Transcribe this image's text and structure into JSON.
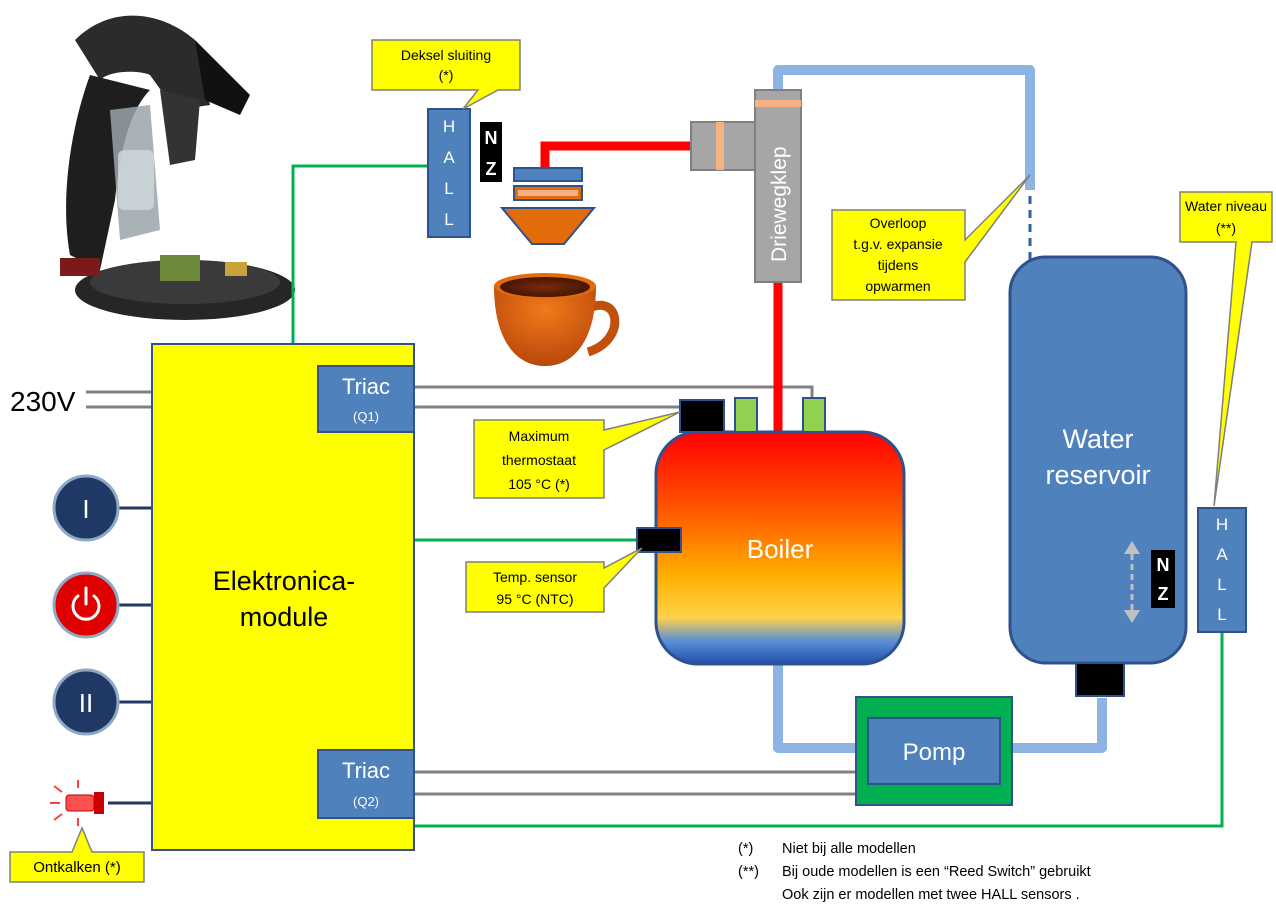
{
  "labels": {
    "voltage": "230V",
    "module_line1": "Elektronica-",
    "module_line2": "module",
    "triac1": "Triac",
    "triac1_sub": "(Q1)",
    "triac2": "Triac",
    "triac2_sub": "(Q2)",
    "boiler": "Boiler",
    "reservoir_line1": "Water",
    "reservoir_line2": "reservoir",
    "pump": "Pomp",
    "valve": "Driewegklep",
    "hall_left": [
      "H",
      "A",
      "L",
      "L"
    ],
    "hall_right": [
      "H",
      "A",
      "L",
      "L"
    ],
    "magnet_n": "N",
    "magnet_z": "Z",
    "button_one": "I",
    "button_two": "II"
  },
  "callouts": {
    "lid": [
      "Deksel sluiting",
      "(*)"
    ],
    "overflow": [
      "Overloop",
      "t.g.v. expansie",
      "tijdens",
      "opwarmen"
    ],
    "water_level": [
      "Water niveau",
      "(**)"
    ],
    "max_thermostat": [
      "Maximum",
      "thermostaat",
      "105 °C  (*)"
    ],
    "temp_sensor": [
      "Temp. sensor",
      "95 °C (NTC)"
    ],
    "descale": "Ontkalken (*)"
  },
  "notes": [
    {
      "mark": "(*)",
      "text": "Niet bij alle modellen"
    },
    {
      "mark": "(**)",
      "text": "Bij oude modellen is een “Reed Switch” gebruikt"
    },
    {
      "mark": "",
      "text": "Ook zijn er modellen met twee HALL sensors ."
    }
  ],
  "colors": {
    "module": "#ffff00",
    "component_blue": "#4f81bd",
    "dark_blue": "#1f3864",
    "hot_water": "#ff0000",
    "cold_water": "#8db4e2",
    "signal_wire": "#00b050",
    "power_wire": "#808080",
    "callout_fill": "#ffff00",
    "pump_frame": "#00b050"
  },
  "icons": [
    "coffee-machine-photo",
    "coffee-cup-icon",
    "power-icon",
    "descale-warning-icon",
    "double-arrow-icon"
  ]
}
